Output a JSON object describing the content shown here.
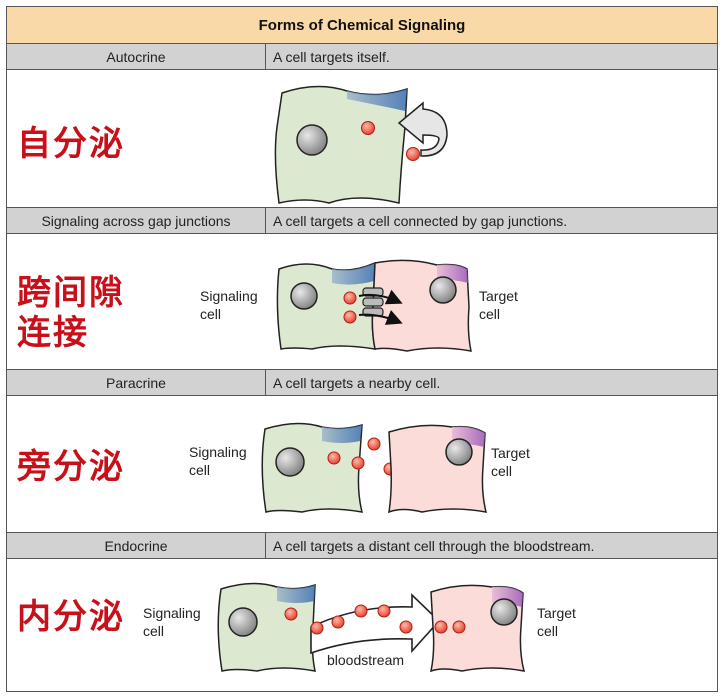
{
  "title": "Forms of Chemical Signaling",
  "rows": [
    {
      "name": "Autocrine",
      "description": "A cell targets itself.",
      "chinese": "自分泌"
    },
    {
      "name": "Signaling across gap junctions",
      "description": "A cell targets a cell connected by gap junctions.",
      "chinese_line1": "跨间隙",
      "chinese_line2": "连接"
    },
    {
      "name": "Paracrine",
      "description": "A cell targets a nearby cell.",
      "chinese": "旁分泌"
    },
    {
      "name": "Endocrine",
      "description": "A cell targets a distant cell through the bloodstream.",
      "chinese": "内分泌"
    }
  ],
  "labels": {
    "signaling_cell_1": "Signaling",
    "signaling_cell_2": "cell",
    "target_cell_1": "Target",
    "target_cell_2": "cell",
    "bloodstream": "bloodstream"
  },
  "colors": {
    "title_bg": "#f9d9a8",
    "header_bg": "#d2d2d2",
    "chinese_text": "#c8101a",
    "signaling_cell_fill": "#dde8d0",
    "target_cell_fill": "#fbdcd8",
    "signal_molecule": "#ee4d3c"
  }
}
